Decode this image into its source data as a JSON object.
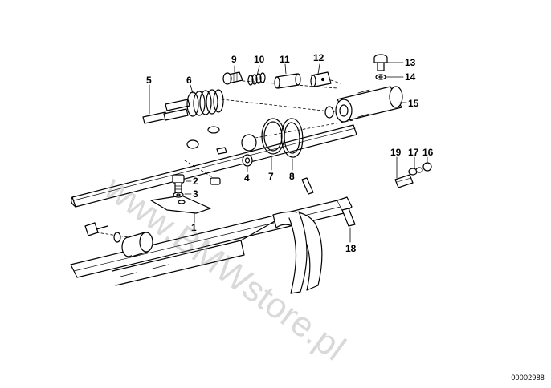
{
  "diagram": {
    "callouts": [
      "1",
      "2",
      "3",
      "4",
      "5",
      "6",
      "7",
      "8",
      "9",
      "10",
      "11",
      "12",
      "13",
      "14",
      "15",
      "16",
      "17",
      "18",
      "19"
    ],
    "drawing_number": "00002988",
    "watermark": "www.BMWstore.pl"
  },
  "colors": {
    "ink": "#000000",
    "paper": "#ffffff",
    "watermark": "#787878"
  }
}
